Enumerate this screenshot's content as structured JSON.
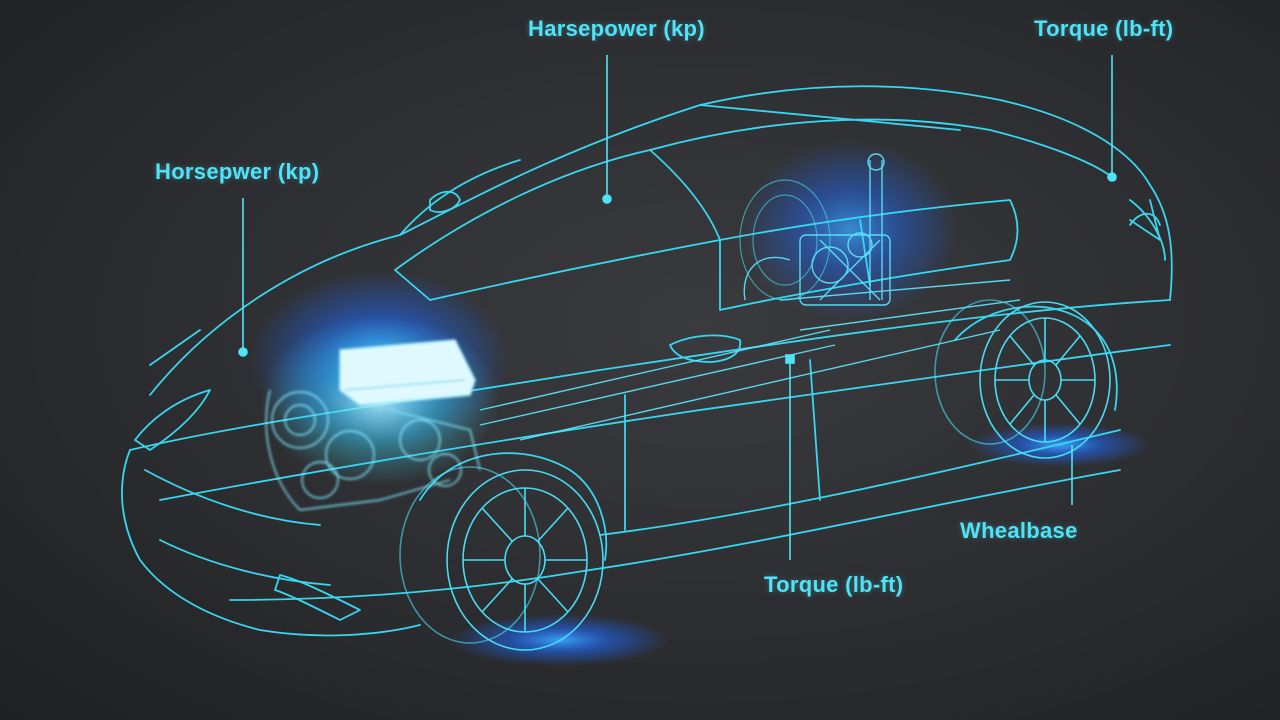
{
  "colors": {
    "background": "#2b2c2e",
    "wireframe": "#38d6f0",
    "glow": "#1f7bff",
    "label_text": "#4fe3f5"
  },
  "callouts": {
    "hp_top": "Harsepower (kp)",
    "torque_top": "Torque (lb-ft)",
    "hp_left": "Horsepwer (kp)",
    "wheelbase": "Whealbase",
    "torque_bottom": "Torque (lb-ft)"
  }
}
